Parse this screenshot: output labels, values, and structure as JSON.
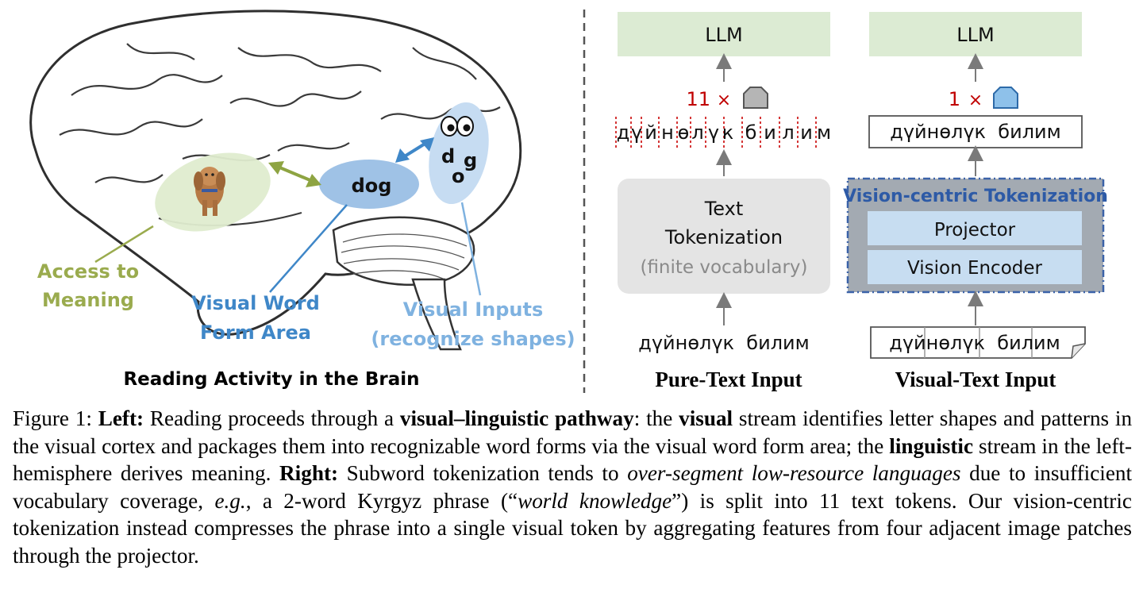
{
  "left_panel": {
    "title": "Reading Activity in the Brain",
    "meaning_label_line1": "Access to",
    "meaning_label_line2": "Meaning",
    "vwfa_label_line1": "Visual Word",
    "vwfa_label_line2": "Form Area",
    "visual_inputs_line1": "Visual Inputs",
    "visual_inputs_line2": "(recognize shapes)",
    "vwfa_word": "dog",
    "letters": [
      "d",
      "o",
      "g"
    ],
    "colors": {
      "meaning": "#9aab4e",
      "vwfa": "#3f87c8",
      "visual_inputs": "#7fb2e0"
    }
  },
  "pure_text": {
    "llm_label": "LLM",
    "token_count": "11",
    "times": "×",
    "segmented_chars": [
      "д",
      "ү",
      "й",
      "н",
      "ө",
      "л",
      "ү",
      "к",
      " ",
      "б",
      "и",
      "л",
      "и",
      "м"
    ],
    "tokenizer_title_line1": "Text",
    "tokenizer_title_line2": "Tokenization",
    "tokenizer_note": "(finite vocabulary)",
    "input_text": "дүйнөлүк  билим",
    "panel_label": "Pure-Text Input"
  },
  "visual_text": {
    "llm_label": "LLM",
    "token_count": "1",
    "times": "×",
    "phrase": "дүйнөлүк  билим",
    "tokenization_title": "Vision-centric Tokenization",
    "projector_label": "Projector",
    "encoder_label": "Vision Encoder",
    "input_text": "дүйнөлүк  билим",
    "panel_label": "Visual-Text Input"
  },
  "caption": {
    "fig": "Figure 1:",
    "left_label": "Left:",
    "t1": "Reading proceeds through a",
    "b1": "visual–linguistic pathway",
    "t2": ": the",
    "b2": "visual",
    "t3": "stream identifies letter shapes and patterns in the visual cortex and packages them into recognizable word forms via the visual word form area; the",
    "b3": "linguistic",
    "t4": "stream in the left-hemisphere derives meaning.",
    "right_label": "Right:",
    "t5": "Subword tokenization tends to",
    "i1": "over-segment low-resource languages",
    "t6": "due to insufficient vocabulary coverage,",
    "i2": "e.g.",
    "t7": ", a 2-word Kyrgyz phrase (“",
    "i3": "world knowledge",
    "t8": "”) is split into 11 text tokens. Our vision-centric tokenization instead compresses the phrase into a single visual token by aggregating features from four adjacent image patches through the projector."
  }
}
